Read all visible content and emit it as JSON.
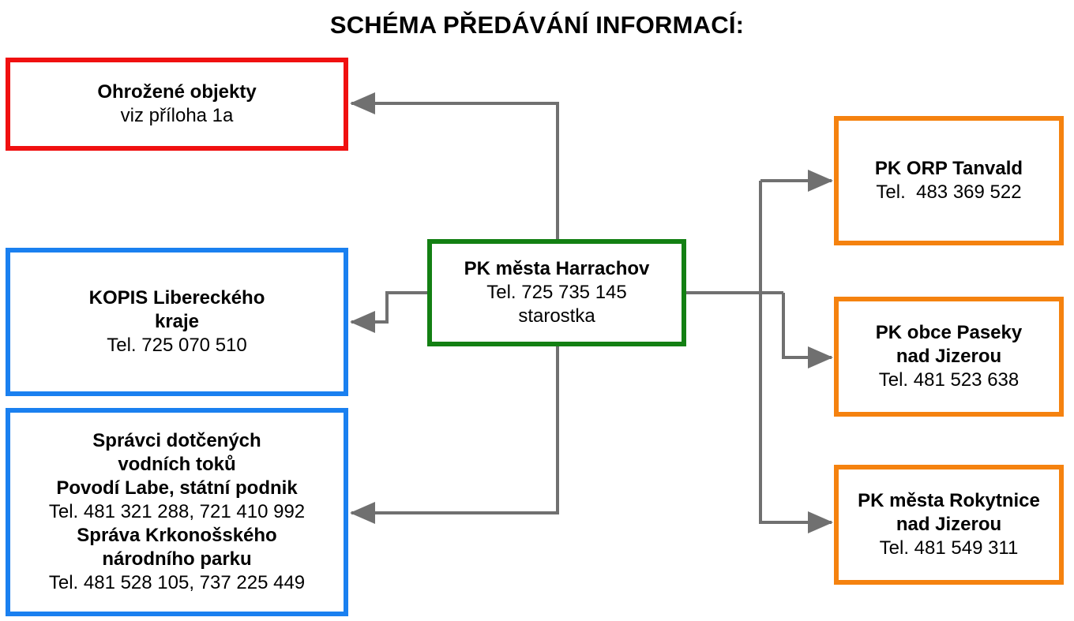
{
  "title": "SCHÉMA PŘEDÁVÁNÍ INFORMACÍ:",
  "colors": {
    "red": "#f01010",
    "blue": "#1a80f0",
    "green": "#138013",
    "orange": "#f5820f",
    "connector": "#707070"
  },
  "center": {
    "name": "PK města Harrachov",
    "tel": "Tel. 725 735 145",
    "role": "starostka"
  },
  "threatened": {
    "name": "Ohrožené objekty",
    "note": "viz příloha 1a"
  },
  "kopis": {
    "line1": "KOPIS Libereckého",
    "line2": "kraje",
    "tel": "Tel. 725 070 510"
  },
  "watercourse": {
    "line1": "Správci dotčených",
    "line2": "vodních toků",
    "org1": "Povodí Labe, státní podnik",
    "tel1": "Tel. 481 321 288, 721 410 992",
    "org2_line1": "Správa Krkonošského",
    "org2_line2": "národního parku",
    "tel2": "Tel. 481 528 105, 737 225 449"
  },
  "tanvald": {
    "name": "PK ORP Tanvald",
    "tel": "Tel.  483 369 522"
  },
  "paseky": {
    "line1": "PK obce Paseky",
    "line2": "nad Jizerou",
    "tel": "Tel. 481 523 638"
  },
  "rokytnice": {
    "line1": "PK města Rokytnice",
    "line2": "nad Jizerou",
    "tel": "Tel. 481 549 311"
  }
}
